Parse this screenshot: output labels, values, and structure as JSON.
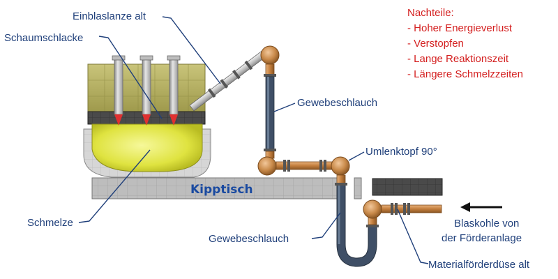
{
  "labels": {
    "einblaslanze": "Einblaslanze alt",
    "schaumschlacke": "Schaumschlacke",
    "gewebeschlauch_top": "Gewebeschlauch",
    "umlenktopf": "Umlenktopf 90°",
    "kipptisch": "Kipptisch",
    "schmelze": "Schmelze",
    "gewebeschlauch_bottom": "Gewebeschlauch",
    "blaskohle_line1": "Blaskohle von",
    "blaskohle_line2": "der Förderanlage",
    "materialfoerderduese": "Materialförderdüse alt"
  },
  "nachteile": {
    "title": "Nachteile:",
    "items": [
      "- Hoher Energieverlust",
      "- Verstopfen",
      "- Lange Reaktionszeit",
      "- Längere Schmelzzeiten"
    ]
  },
  "colors": {
    "label": "#1f3f7a",
    "disadvantage": "#d42020",
    "copper": "#c98a4a",
    "hose": "#3f4f66",
    "melt": "#e2e64a",
    "furnace_wall": "#b8b36a",
    "table": "#b8b8b8"
  }
}
